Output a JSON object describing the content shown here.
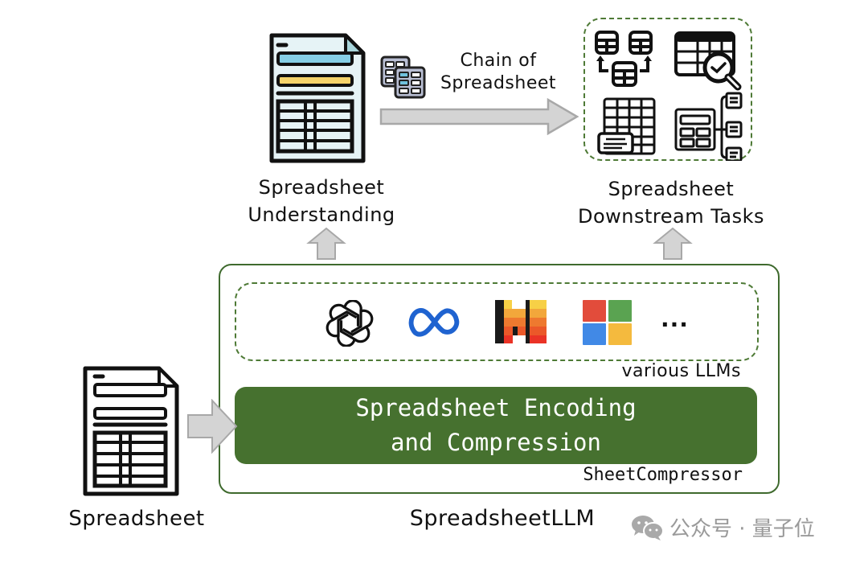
{
  "top_left": {
    "icon": "spreadsheet-color-icon",
    "label": "Spreadsheet\nUnderstanding"
  },
  "chain": {
    "icon": "stacked-sheets-icon",
    "label_line1": "Chain of",
    "label_line2": "Spreadsheet"
  },
  "top_right": {
    "icons": [
      "table-merge-icon",
      "table-search-icon",
      "table-comment-icon",
      "table-hierarchy-icon"
    ],
    "label_line1": "Spreadsheet",
    "label_line2": "Downstream Tasks"
  },
  "labels": {
    "understanding_line1": "Spreadsheet",
    "understanding_line2": "Understanding"
  },
  "llms": {
    "icons": [
      "openai-logo-icon",
      "meta-logo-icon",
      "mistral-logo-icon",
      "microsoft-logo-icon"
    ],
    "ellipsis": "...",
    "label": "various LLMs"
  },
  "encoder": {
    "line1": "Spreadsheet Encoding",
    "line2": "and Compression",
    "caption": "SheetCompressor"
  },
  "bottom_left": {
    "icon": "spreadsheet-outline-icon",
    "label": "Spreadsheet"
  },
  "system_label": "SpreadsheetLLM",
  "watermark": {
    "icon": "wechat-icon",
    "text": "公众号 · 量子位"
  },
  "colors": {
    "green_dark": "#46712f",
    "green_border": "#3f6a2e",
    "arrow_fill": "#d4d4d4",
    "arrow_stroke": "#a8a8a8",
    "sheet_bg": "#e6f3f6",
    "sheet_blue": "#86cfe6",
    "sheet_yellow": "#f5d36a"
  }
}
